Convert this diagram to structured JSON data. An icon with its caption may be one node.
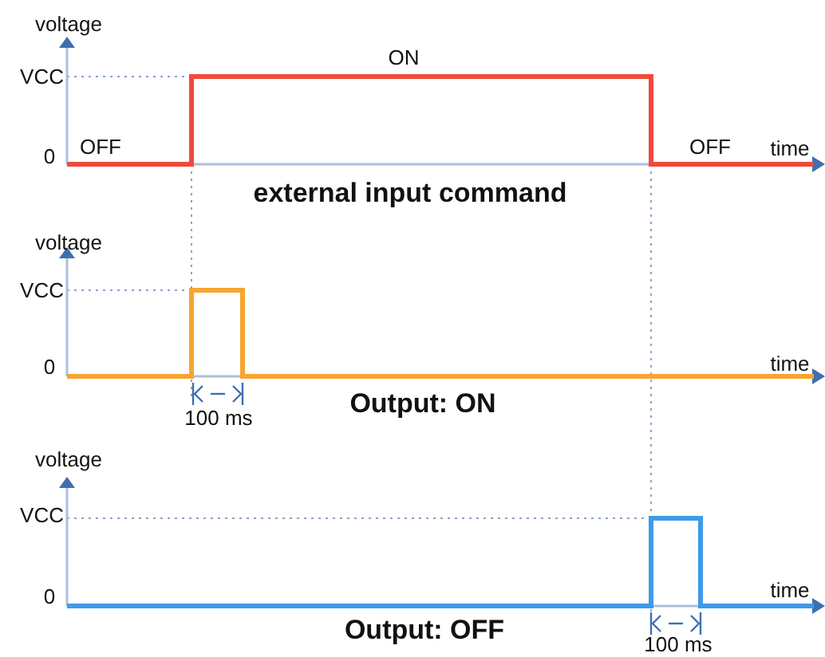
{
  "diagram": {
    "labels": [
      "voltage",
      "VCC",
      "ON",
      "0",
      "OFF",
      "OFF",
      "time",
      "external input command",
      "voltage",
      "VCC",
      "0",
      "time",
      "100 ms",
      "Output: ON",
      "voltage",
      "VCC",
      "0",
      "time",
      "Output: OFF",
      "100 ms"
    ]
  }
}
